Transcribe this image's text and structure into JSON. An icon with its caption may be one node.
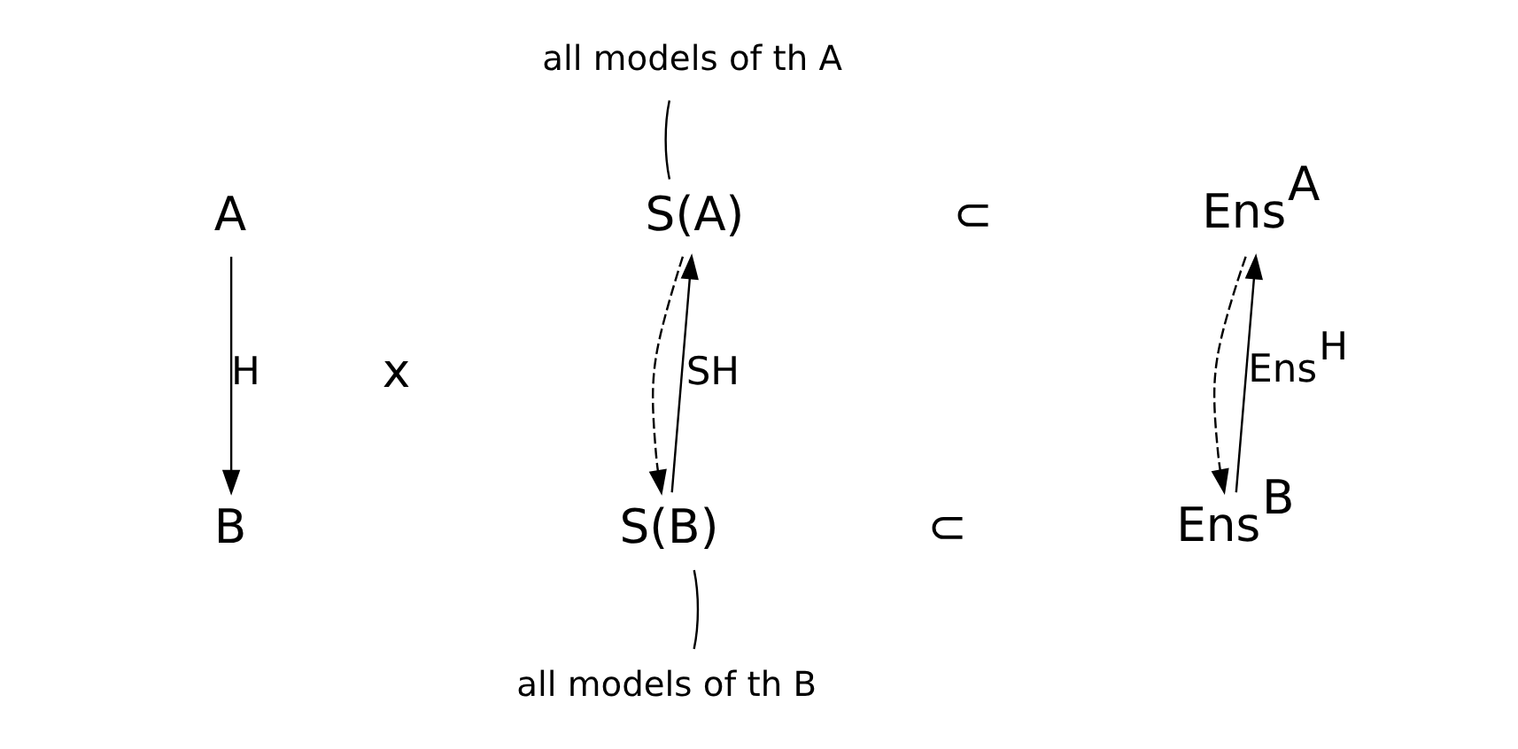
{
  "diagram": {
    "nodes": [
      {
        "text": [
          "A"
        ]
      },
      {
        "text": [
          "B"
        ]
      },
      {
        "text": [
          "S(A)"
        ]
      },
      {
        "text": [
          "Ens$^{A}$"
        ]
      },
      {
        "text": [
          "S(B)"
        ]
      },
      {
        "text": [
          "Ens$^{B}$"
        ]
      },
      {
        "text": [
          "all models of th A"
        ]
      },
      {
        "text": [
          "all models of th B"
        ]
      }
    ],
    "edges": [
      {
        "from": 0,
        "to": 1,
        "arrow": "to",
        "label": "H"
      },
      {
        "from": 4,
        "to": 2,
        "arrow": "to",
        "label": "SH"
      },
      {
        "from": 2,
        "to": 4,
        "arrow": "to",
        "style": "dashed"
      },
      {
        "from": 5,
        "to": 3,
        "arrow": "to",
        "label": "Ens$^{H}$"
      },
      {
        "from": 3,
        "to": 5,
        "arrow": "to",
        "style": "dashed"
      },
      {
        "from": 6,
        "to": 2,
        "arrow": "none"
      },
      {
        "from": 7,
        "to": 4,
        "arrow": "none"
      }
    ],
    "labels": [
      "x",
      "⊂",
      "⊂"
    ]
  }
}
